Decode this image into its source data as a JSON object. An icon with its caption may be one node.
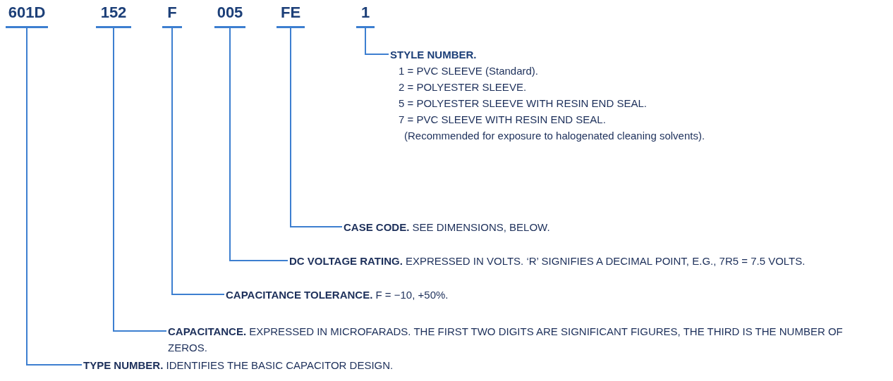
{
  "diagram": {
    "nodes": [
      {
        "text": [
          "601D"
        ]
      },
      {
        "text": [
          "152"
        ]
      },
      {
        "text": [
          "F"
        ]
      },
      {
        "text": [
          "005"
        ]
      },
      {
        "text": [
          "FE"
        ]
      },
      {
        "text": [
          "1"
        ]
      },
      {
        "text": [
          "STYLE NUMBER.",
          "1 = PVC SLEEVE (Standard).",
          "2 = POLYESTER SLEEVE.",
          "5 = POLYESTER SLEEVE WITH RESIN END SEAL.",
          "7 = PVC SLEEVE WITH RESIN END SEAL.",
          "(Recommended for exposure to halogenated cleaning solvents)."
        ]
      },
      {
        "text": [
          "**CASE CODE.** SEE DIMENSIONS, BELOW."
        ]
      },
      {
        "text": [
          "**DC VOLTAGE RATING.** EXPRESSED IN VOLTS. ‘R’ SIGNIFIES A DECIMAL POINT, E.G., 7R5 = 7.5 VOLTS."
        ]
      },
      {
        "text": [
          "**CAPACITANCE TOLERANCE.** F = −10, +50%."
        ]
      },
      {
        "text": [
          "**CAPACITANCE.** EXPRESSED IN MICROFARADS. THE FIRST TWO DIGITS ARE SIGNIFICANT FIGURES, THE THIRD IS THE NUMBER OF ZEROS."
        ]
      },
      {
        "text": [
          "**TYPE NUMBER.** IDENTIFIES THE BASIC CAPACITOR DESIGN."
        ]
      }
    ],
    "edges": [
      {
        "from": 5,
        "to": 6,
        "arrow": "none"
      },
      {
        "from": 4,
        "to": 7,
        "arrow": "none"
      },
      {
        "from": 3,
        "to": 8,
        "arrow": "none"
      },
      {
        "from": 2,
        "to": 9,
        "arrow": "none"
      },
      {
        "from": 1,
        "to": 10,
        "arrow": "none"
      },
      {
        "from": 0,
        "to": 11,
        "arrow": "none"
      }
    ]
  }
}
